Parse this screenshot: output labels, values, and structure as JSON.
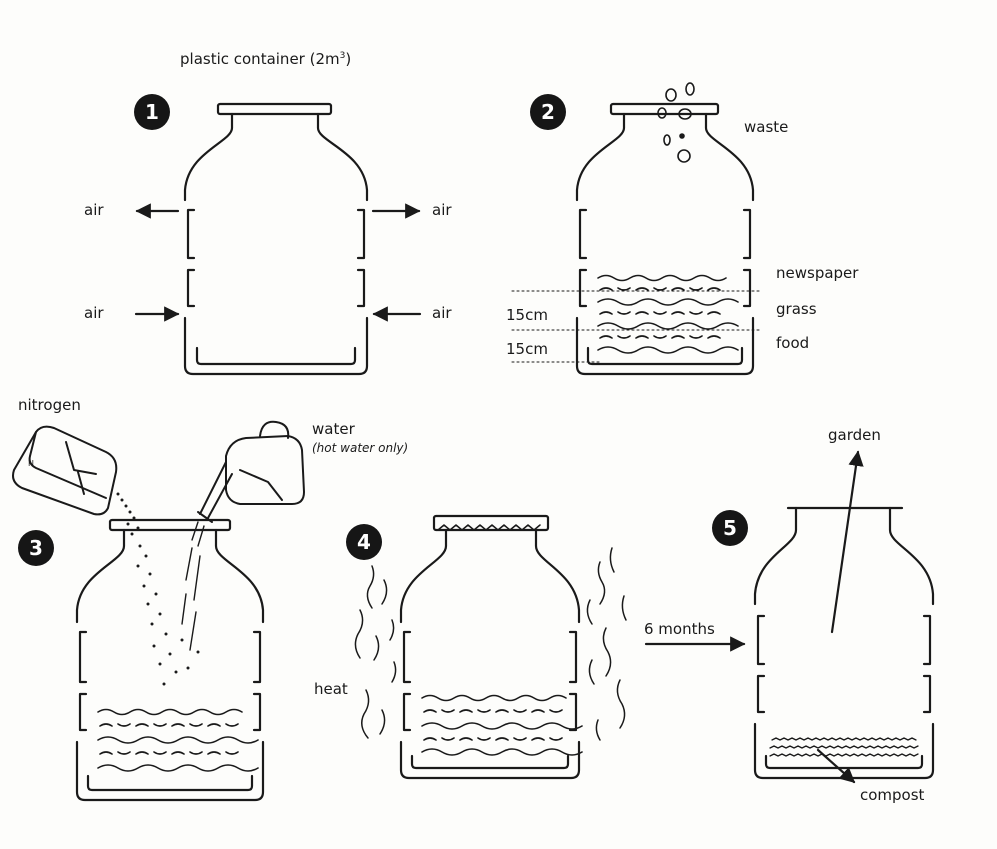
{
  "labels": {
    "container": "plastic container",
    "container_size": "(2m",
    "container_size_sup": "3",
    "container_size_close": ")",
    "air": "air",
    "waste": "waste",
    "newspaper": "newspaper",
    "grass": "grass",
    "food": "food",
    "layer_depth": "15cm",
    "nitrogen": "nitrogen",
    "water": "water",
    "water_note": "(hot water only)",
    "heat": "heat",
    "duration": "6 months",
    "garden": "garden",
    "compost": "compost"
  },
  "steps": [
    "1",
    "2",
    "3",
    "4",
    "5"
  ],
  "colors": {
    "ink": "#1a1a1a",
    "badge": "#161616",
    "background": "#fdfdfb"
  }
}
